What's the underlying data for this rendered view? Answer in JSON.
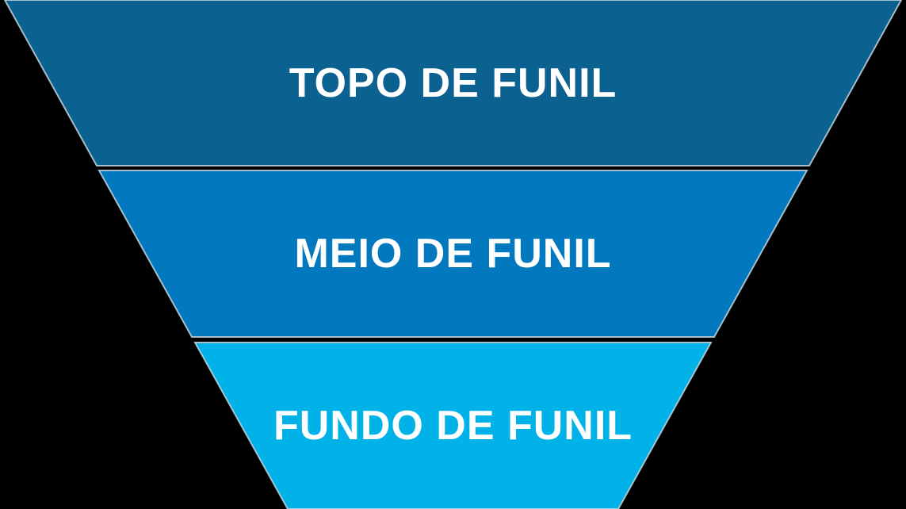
{
  "diagram": {
    "type": "funnel",
    "orientation": "inverted",
    "background_color": "#000000",
    "label_color": "#FFFFFF",
    "outline_color": "#C2D3DE",
    "sections": [
      {
        "id": "topo",
        "label": "TOPO DE FUNIL",
        "color": "#0B6190"
      },
      {
        "id": "meio",
        "label": "MEIO DE FUNIL",
        "color": "#0278BF"
      },
      {
        "id": "fundo",
        "label": "FUNDO DE FUNIL",
        "color": "#00B2E7"
      }
    ]
  }
}
